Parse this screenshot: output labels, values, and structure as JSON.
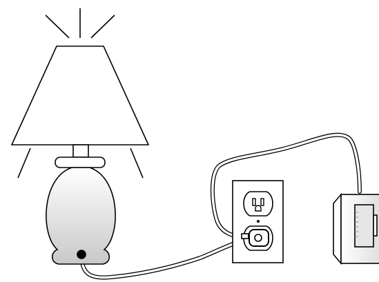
{
  "scene": {
    "objects": [
      "lamp",
      "wall-outlet",
      "plug-in-timer"
    ],
    "lamp_state": "on",
    "colors": {
      "background": "#ffffff",
      "outline": "#000000",
      "fill": "#ffffff",
      "lamp_base_gradient_top": "#ffffff",
      "lamp_base_gradient_bottom": "#c8c8c8",
      "timer_window": "#e6e6e6"
    }
  }
}
